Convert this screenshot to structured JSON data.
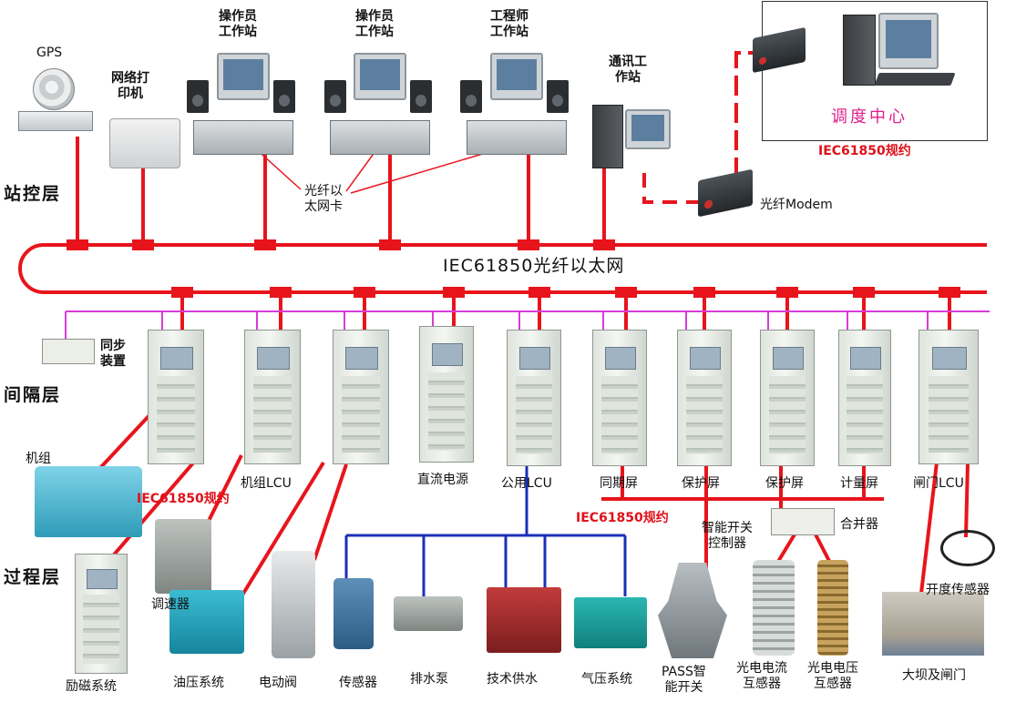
{
  "layers": {
    "station": "站控层",
    "bay": "间隔层",
    "process": "过程层"
  },
  "bus_label": "IEC61850光纤以太网",
  "protocol_labels": {
    "dispatch": "IEC61850规约",
    "unit": "IEC61850规约",
    "merge": "IEC61850规约"
  },
  "station_devices": {
    "gps": "GPS",
    "printer": "网络打\n印机",
    "operator1": "操作员\n工作站",
    "operator2": "操作员\n工作站",
    "engineer": "工程师\n工作站",
    "comm": "通讯工\n作站",
    "fiber_card": "光纤以\n太网卡",
    "modem": "光纤Modem",
    "dispatch_center": "调度中心"
  },
  "bay_devices": {
    "sync": "同步\n装置",
    "unit_lcu": "机组LCU",
    "dc_power": "直流电源",
    "common_lcu": "公用LCU",
    "sync_panel": "同期屏",
    "protection1": "保护屏",
    "protection2": "保护屏",
    "metering": "计量屏",
    "gate_lcu": "闸门LCU"
  },
  "process_devices": {
    "unit": "机组",
    "excitation": "励磁系统",
    "governor": "调速器",
    "oil": "油压系统",
    "motor_valve": "电动阀",
    "sensor": "传感器",
    "drain_pump": "排水泵",
    "water_supply": "技术供水",
    "air": "气压系统",
    "pass_switch": "PASS智\n能开关",
    "smart_controller": "智能开关\n控制器",
    "merging_unit": "合并器",
    "optical_ct": "光电电流\n互感器",
    "optical_vt": "光电电压\n互感器",
    "opening_sensor": "开度传感器",
    "dam_gate": "大坝及闸门"
  },
  "colors": {
    "ethernet": "#e8141c",
    "sync_line": "#d83cd8",
    "process_bus": "#1a30b8",
    "center_text": "#e0208c"
  }
}
